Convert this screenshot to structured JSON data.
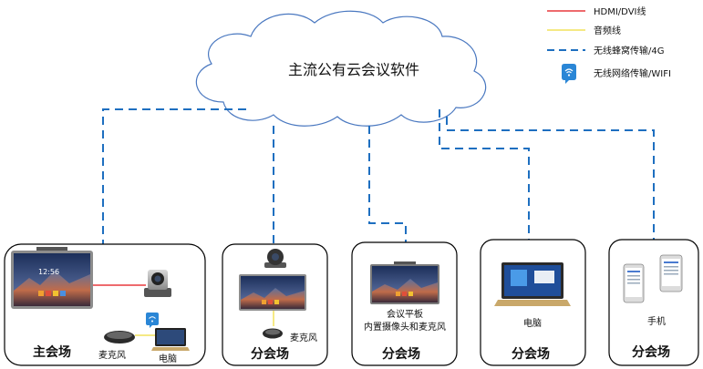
{
  "cloud": {
    "label": "主流公有云会议软件"
  },
  "legend": [
    {
      "label": "HDMI/DVI线",
      "style": "line",
      "color": "#e8383d"
    },
    {
      "label": "音频线",
      "style": "line",
      "color": "#f2e25c"
    },
    {
      "label": "无线蜂窝传输/4G",
      "style": "dashed",
      "color": "#1e6fc0"
    },
    {
      "label": "无线网络传输/WIFI",
      "style": "wifi-icon",
      "color": "#2a86d6"
    }
  ],
  "screen": {
    "time": "12:56"
  },
  "venues": [
    {
      "title": "主会场",
      "labels": [
        "麦克风",
        "电脑"
      ]
    },
    {
      "title": "分会场",
      "labels": [
        "麦克风"
      ]
    },
    {
      "title": "分会场",
      "labels": [
        "会议平板",
        "内置摄像头和麦克风"
      ]
    },
    {
      "title": "分会场",
      "labels": [
        "电脑"
      ]
    },
    {
      "title": "分会场",
      "labels": [
        "手机"
      ]
    }
  ],
  "colors": {
    "dashed_link": "#1e6fc0",
    "hdmi": "#e8383d",
    "audio": "#f2e25c",
    "box_border": "#000000"
  }
}
